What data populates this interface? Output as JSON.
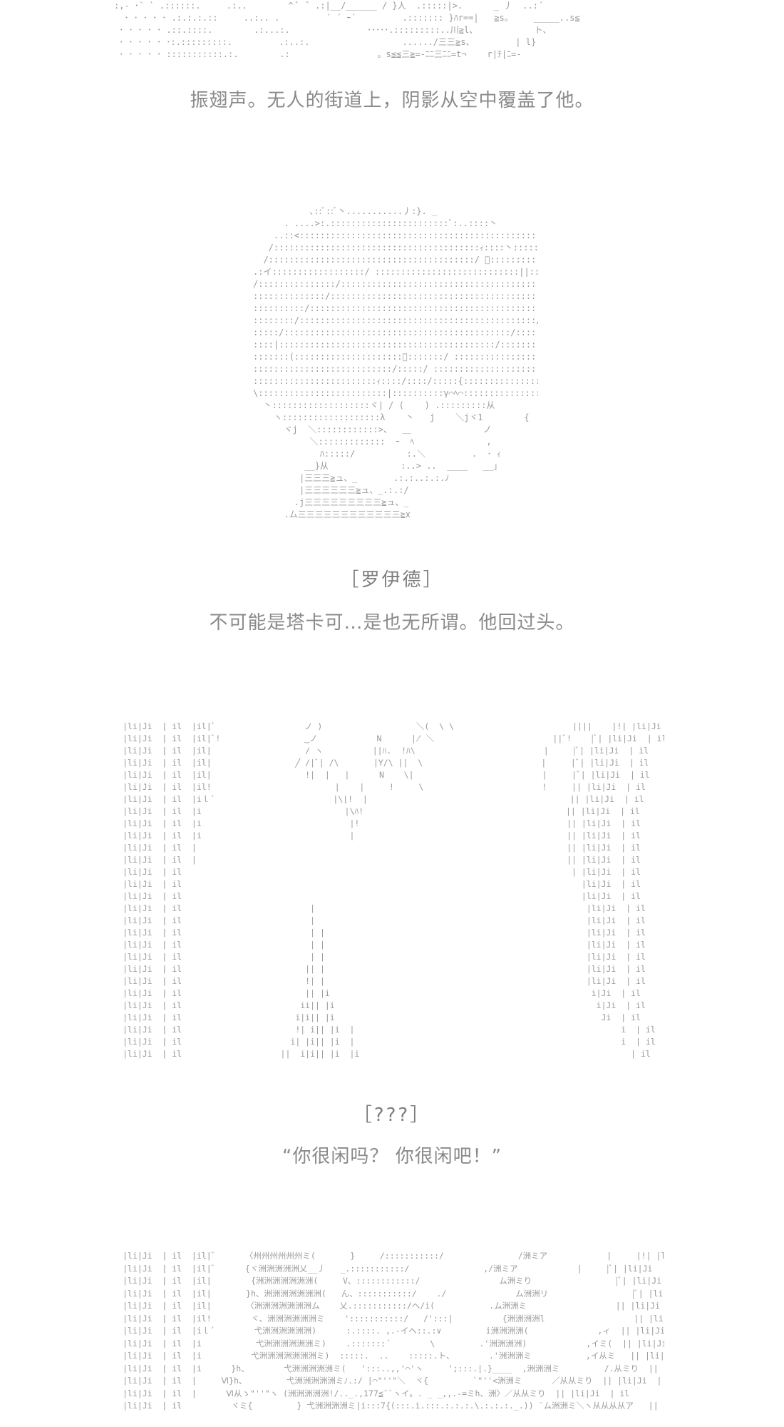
{
  "art": {
    "top": ":,- ･` ` .::::::.     .:..        ^ ﾞ ˉ .:|__/______ / }人  .:::::|>.      _ 丿  ..:´\n  ･ ･ ･ ･ ･ .:.:.:.::     ..:.. .         ´ ´ ｰ´         .::::::: }ﾊr==|   ≧s。    _____..s≦\n ･ ･ ･ ･ ･ .::.::::.        .:...:.               ･････.:::::::::..川≧l、           ト、\n ･ ･ ･ ･ ･ ･:.:::::::::.         .:..:.                  ....../三三≧s、        | l}\n ･ ･ ･ ･ ･ :::::::::::.:.        .:                 。s≦≦三≧=-ﾆﾆ三ﾆﾆ=t¬    r|ﾁ|ﾆ=-",
    "roid": "           ､::ﾞ::ﾞ丶...........丿:}. _\n      . ....>:.:::::::::::::::::::::::ﾞ:..::::丶\n    ..::<:::::::::::::::::::::::::::::::::::::::::::::::ヽ ﾞ\n   /::::::::::::::::::::::::::::::::::::::::ｨ::::丶:::::::::::::::::::::＼__ノ\n  /::::::::::::::::::::::::::::::::::::::::/ ﾞ:::::::::::::::::::::::::::::::::::::::::<ﾞ\n.:イ::::::::::::::::::/ ::::::::::::::::::::::::::::||::::::::::::::::::::::::::::::::ヽ::ヽ\n/:::::::::::::::/::::::::::::::::::::::::::::::::::::::::::リ:::::::::::::::::::::::::::::::::::::::::∧\n::::::::::::::/:::::::::::::::::::::::::::::::::::::::::::::::/::::::::::::::::::::::::::::}::::::::::::::::::∧\n::::::::::/:::::::::::::::::::::::::::::::::::::::::::::::/::::::::::::::::::::::::::|::::}:::::::::::::::|:::::∧\n::::::::/::::::::::::::::::::::::::::::::::::::::::::::/::::::::::::::::::::::::::|::::|:::::::::::::::::::|\n:::::/::::::::::::::::::::::::::::::::::::::::::::/:::::::::::::::::::::::::::::::::::/::::|::::::::::::::::::::|\n::::|::::::::::::::::::::::::::::::::::::::::::/::::::::::::::::::::::::::::::::/}::ム:::ﾉ::::::::::::::::::|\n:::::::(:::::::::::::::::::::ﾞ:::::::/ :::::::::::::::::::::::/   ::::::/ ::}:/ｰ、 }:|::::::::}:::::∧\n:::::::::::::::::::::::::::/:::::/ ::::::::::::::::::::::::::/   ´  :::ﾉ/ﾆ.. }:|ﾘ::::::/}::::::::|\n::::::::::::::::::::::::ｨ::::/::::/:::::{::::::::::::::::::::::::{  ﾞ乏ｿ_ ノ /:::／::.ﾉ/\n\\:::::::::::::::::::::::::|::::::::::γ⌒ﾍ⌒:::::::::::::::::::::::::∧     ゝ\n  丶:::::::::::::::::::ヾ| / (    ) .:::::::::从         /\n    ヽ:::::::::::::::::::λ    丶   j    ＼jヾ1        {\n      ヾj  ＼::::::::::::>、  ＿              ノ\n           ＼:::::::::::::  ｰ  ﾍ              ,\n             ﾊ:::::/          :.＼         .  ･ ｨ\n          __}从              :..> ..  ____   __」\n         |三三三≧ュ、_       .:.:..:.:.ﾉ\n         |三三三三三三≧ュ、_.:.:/\n        .j三三三三三三三三三≧ュ、_\n      .ム三三三三三三三三三三三三≧x",
    "pillar": "|li|Ji  | il  |il|ﾞ                  ノ )                   ＼(  \\ \\                        ||||    |!| |li|Ji  | il\n|li|Ji  | il  |il|ﾞ!                 ‿ノ            N      ∤ ＼                        ||ﾞ!    |ﾞ| |li|Ji  | il\n|li|Ji  | il  |il|                   ∕ ヽ          ||ﾊ.  !ﾊ\\                          |     |ﾞ| |li|Ji  | il\n|li|Ji  | il  |il|                 ╱ /|ﾞ| /\\       |Y/\\ ||  \\                        |     |ﾞ| |li|Ji  | il\n|li|Ji  | il  |il|                   !|  |   |      N    \\|                          |     |ﾞ| |li|Ji  | il\n|li|Ji  | il  |il!                         |    |     !     \\                        !     || |li|Ji  | il\n|li|Ji  | il  |iｌ´                        |\\|!  |                                         || |li|Ji  | il\n|li|Ji  | il  |i                             |\\ﾊ!                                         || |li|Ji  | il\n|li|Ji  | il  |i                              |!                                          || |li|Ji  | il\n|li|Ji  | il  |i                              |                                           || |li|Ji  | il\n|li|Ji  | il  |                                                                           || |li|Ji  | il\n|li|Ji  | il  |                                                                           || |li|Ji  | il\n|li|Ji  | il                                                                               | |li|Ji  | il\n|li|Ji  | il                                                                                 |li|Ji  | il\n|li|Ji  | il                                                                                 |li|Ji  | il\n|li|Ji  | il                          |                                                       |li|Ji  | il\n|li|Ji  | il                          |                                                       |li|Ji  | il\n|li|Ji  | il                          | |                                                     |li|Ji  | il\n|li|Ji  | il                          | |                                                     |li|Ji  | il\n|li|Ji  | il                          | |                                                     |li|Ji  | il\n|li|Ji  | il                         || |                                                     |li|Ji  | il\n|li|Ji  | il                         !| |                                                     |li|Ji  | il\n|li|Ji  | il                         || |i                                                     i|Ji  | il\n|li|Ji  | il                        ii|| |i                                                     i|Ji  | il\n|li|Ji  | il                       i|i|| |i                                                      Ji  | il\n|li|Ji  | il                       !| i|| |i  |                                                      i  | il\n|li|Ji  | il                      i| |i|| |i  |                                                      i  | il\n|li|Ji  | il                    ||  i|i|| |i  |i                                                       | il",
    "bottom": "|li|Ji  | il  |il|ﾞ      〈州州州州州州ミ(       }     /:::::::::::/               /洲ミア            |     |!| |li|Ji  | il\n|li|Ji  | il  |il|ﾞ      {ヾ洲洲洲洲洲乂__丿   _.:::::::::::/               ,/洲ミア            |     |ﾞ| |li|Ji  | il\n|li|Ji  | il  |il|        {洲洲洲洲洲洲洲(     V、::::::::::::/                ム洲ミり                 |ﾞ| |li|Ji  | il\n|li|Ji  | il  |il|       }h、洲洲洲洲洲洲洲(   ん、:::::::::::/    ./              ム洲洲リ                 |ﾞ| |li|Ji  | il\n|li|Ji  | il  |il|       〈洲洲洲洲洲洲洲ム    乂.:::::::::::/ヘ/i(           .ム洲洲ミ                  || |li|Ji  | il\n|li|Ji  | il  |il!        ヾ、洲洲洲洲洲洲ミ    ':::::::::::/   /':::|          {洲洲洲洲l                  || |li|Ji  | il\n|li|Ji  | il  |iｌ´        弋洲洲洲洲洲洲)      :.::::. ,.-イヘ::.:∨         i洲洲洲洲(              ,ィ  || |li|Ji  | il\n|li|Ji  | il  |i           弋洲洲洲洲洲洲ミ)    .:::::::´        \\         .'洲洲洲洲)            ,イミ(  || |li|Ji  | il\n|li|Ji  | il  |i          弋洲洲洲洲洲洲洲ミ)  :::::.  ..    :::::.ト、       .'洲洲洲ミ           ,イ从ミ   || |li|Ji  | il\n|li|Ji  | il  |i      }h、       弋洲洲洲洲洲ミ(   ':::..,,'⌒'ヽ     ';:::.|.}____  ,洲洲洲ミ         /.从ミり  || |li|Ji  | il\n|li|Ji  | il  |     Ⅵ}h、        弋洲洲洲洲洲ミﾉ.:/ |⌒\"''\"＼  ヾ{         `\"''<洲洲ミ      ／从从ミり  || |li|Ji  | il\n|li|Ji  | il  |      Ⅵ从ゝ\"''\"ヽ (洲洲洲洲洲!/.._.,177≦¨`ヽイ。. _ _,,.-=ミh、洲〉／从从ミり  || |li|Ji  | il\n|li|Ji  | il          ヾミ{         } 弋洲洲洲洲ミ|i:::7{(:::.i.:::.:.:.:.\\.:.:.:._.)) ¨ム洲洲ミ＼ヽ从从从从ア   || |li|Ji  | il"
  },
  "narration": {
    "line1": "振翅声。无人的街道上，阴影从空中覆盖了他。",
    "speaker1": "［罗伊德］",
    "line2": "不可能是塔卡可…是也无所谓。他回过头。",
    "speaker2": "［???］",
    "line3": "“你很闲吗？ 你很闲吧！”"
  }
}
